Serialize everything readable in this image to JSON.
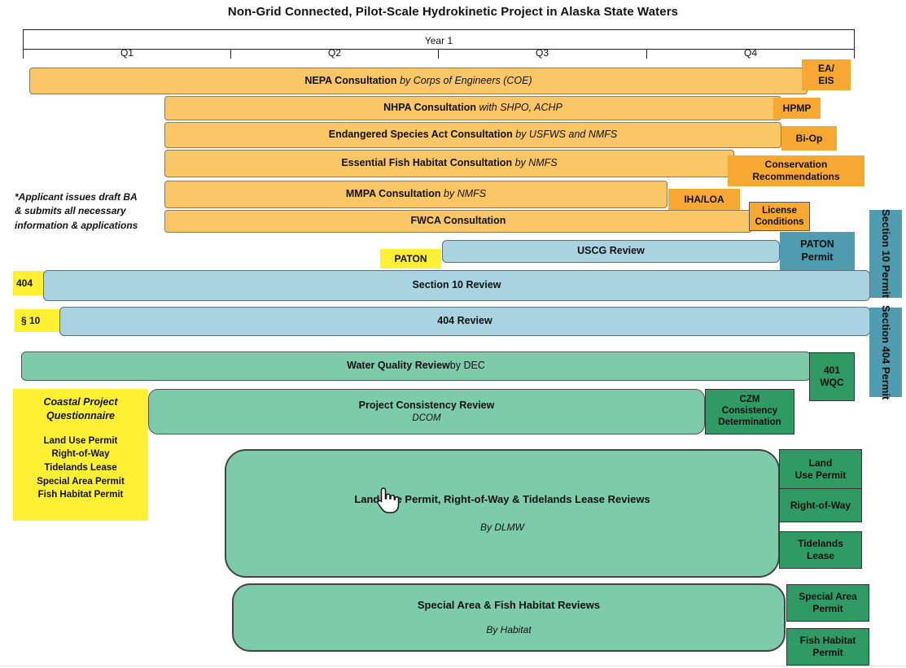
{
  "title": "Non-Grid Connected, Pilot-Scale Hydrokinetic Project in Alaska State Waters",
  "timeline": {
    "year": "Year 1",
    "quarters": [
      "Q1",
      "Q2",
      "Q3",
      "Q4"
    ]
  },
  "note": {
    "line1": "*Applicant issues draft BA",
    "line2": "& submits all necessary",
    "line3": "information & applications"
  },
  "nepa": {
    "label": "NEPA Consultation",
    "by": "by Corps of Engineers (COE)",
    "outcome_1": "EA/",
    "outcome_2": "EIS"
  },
  "nhpa": {
    "label": "NHPA Consultation",
    "by": "with SHPO, ACHP",
    "outcome": "HPMP"
  },
  "esa": {
    "label": "Endangered Species Act Consultation",
    "by": "by USFWS and NMFS",
    "outcome": "Bi-Op"
  },
  "efh": {
    "label": "Essential Fish Habitat Consultation",
    "by": "by NMFS",
    "outcome_1": "Conservation",
    "outcome_2": "Recommendations"
  },
  "mmpa": {
    "label": "MMPA Consultation",
    "by": "by NMFS",
    "outcome": "IHA/LOA"
  },
  "fwca": {
    "label": "FWCA  Consultation",
    "outcome_1": "License",
    "outcome_2": "Conditions"
  },
  "uscg": {
    "trigger": "PATON",
    "label": "USCG Review",
    "outcome_1": "PATON",
    "outcome_2": "Permit"
  },
  "section10": {
    "trigger": "404",
    "label": "Section 10 Review",
    "outcome": "Section 10 Permit"
  },
  "review404": {
    "trigger": "§ 10",
    "label": "404 Review",
    "outcome": "Section 404 Permit"
  },
  "water_quality": {
    "label": "Water Quality Review",
    "by": " by DEC",
    "outcome_1": "401",
    "outcome_2": "WQC"
  },
  "coastal": {
    "title_1": "Coastal Project",
    "title_2": "Questionnaire",
    "items": [
      "Land Use Permit",
      "Right-of-Way",
      "Tidelands Lease",
      "Special Area Permit",
      "Fish Habitat Permit"
    ]
  },
  "consistency": {
    "label": "Project Consistency Review",
    "by": "DCOM",
    "outcome_1": "CZM",
    "outcome_2": "Consistency",
    "outcome_3": "Determination"
  },
  "land_use": {
    "label": "Land Use Permit, Right-of-Way & Tidelands Lease Reviews",
    "by": "By DLMW",
    "outcome_land_1": "Land",
    "outcome_land_2": "Use Permit",
    "outcome_row": "Right-of-Way",
    "outcome_tide_1": "Tidelands",
    "outcome_tide_2": "Lease"
  },
  "special_area": {
    "label": "Special Area & Fish Habitat Reviews",
    "by": "By Habitat",
    "outcome_sa_1": "Special Area",
    "outcome_sa_2": "Permit",
    "outcome_fh_1": "Fish Habitat",
    "outcome_fh_2": "Permit"
  },
  "colors": {
    "consultation": "#fbc665",
    "consultation_outcome": "#f7a832",
    "federal_review": "#a9d3e1",
    "federal_permit": "#4f9cb0",
    "state_review": "#7ecbab",
    "state_permit": "#2f9a63",
    "application": "#fff033"
  }
}
